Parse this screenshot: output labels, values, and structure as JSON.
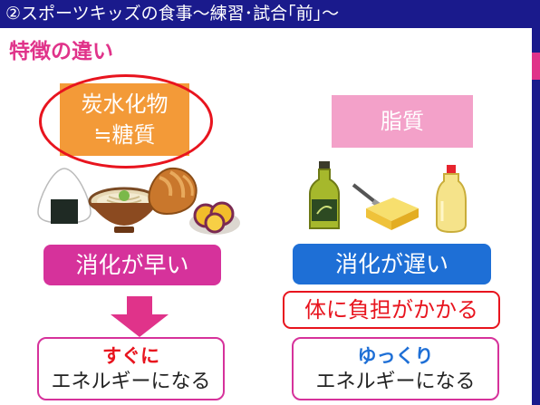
{
  "header": {
    "title": "②スポーツキッズの食事～練習･試合｢前｣～"
  },
  "section_title": "特徴の違い",
  "colors": {
    "navy": "#1a1a8c",
    "magenta": "#e0338a",
    "orange": "#f39a38",
    "pink": "#f3a1c9",
    "blue": "#1e6fd6",
    "red": "#e8141e"
  },
  "left": {
    "category_line1": "炭水化物",
    "category_line2": "≒糖質",
    "foods": [
      "rice-ball-icon",
      "udon-bowl-icon",
      "bread-roll-icon",
      "sweet-potato-icon"
    ],
    "digestion": "消化が早い",
    "result_highlight": "すぐに",
    "result_text": "エネルギーになる"
  },
  "right": {
    "category": "脂質",
    "foods": [
      "oil-bottle-icon",
      "butter-icon",
      "mayonnaise-icon"
    ],
    "digestion": "消化が遅い",
    "burden": "体に負担がかかる",
    "result_highlight": "ゆっくり",
    "result_text": "エネルギーになる"
  }
}
